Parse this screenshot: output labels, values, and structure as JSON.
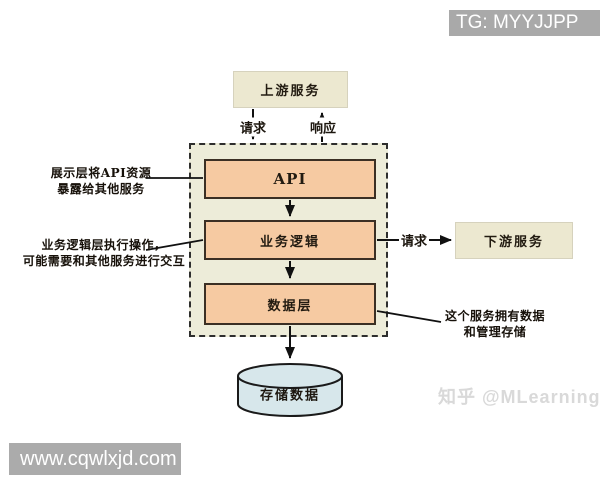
{
  "watermarks": {
    "tg": "TG: MYYJJPP",
    "site": "www.cqwlxjd.com",
    "zhihu": "知乎 @MLearning"
  },
  "diagram": {
    "nodes": {
      "upstream": {
        "label": "上游服务"
      },
      "api": {
        "label": "API"
      },
      "logic": {
        "label": "业务逻辑"
      },
      "data_layer": {
        "label": "数据层"
      },
      "downstream": {
        "label": "下游服务"
      },
      "storage": {
        "label": "存储数据"
      }
    },
    "edge_labels": {
      "upstream_request": "请求",
      "upstream_response": "响应",
      "downstream_request": "请求"
    },
    "annotations": {
      "api_note": "展示层将API资源\n暴露给其他服务",
      "logic_note": "业务逻辑层执行操作，\n可能需要和其他服务进行交互",
      "data_note": "这个服务拥有数据\n和管理存储"
    },
    "colors": {
      "layer_fill": "#f6caa2",
      "layer_border": "#3b2f24",
      "service_fill": "#ece8d0",
      "container_fill": "#edecd9",
      "storage_fill": "#d7e7eb",
      "watermark_gray": "#a9a9a9"
    }
  }
}
